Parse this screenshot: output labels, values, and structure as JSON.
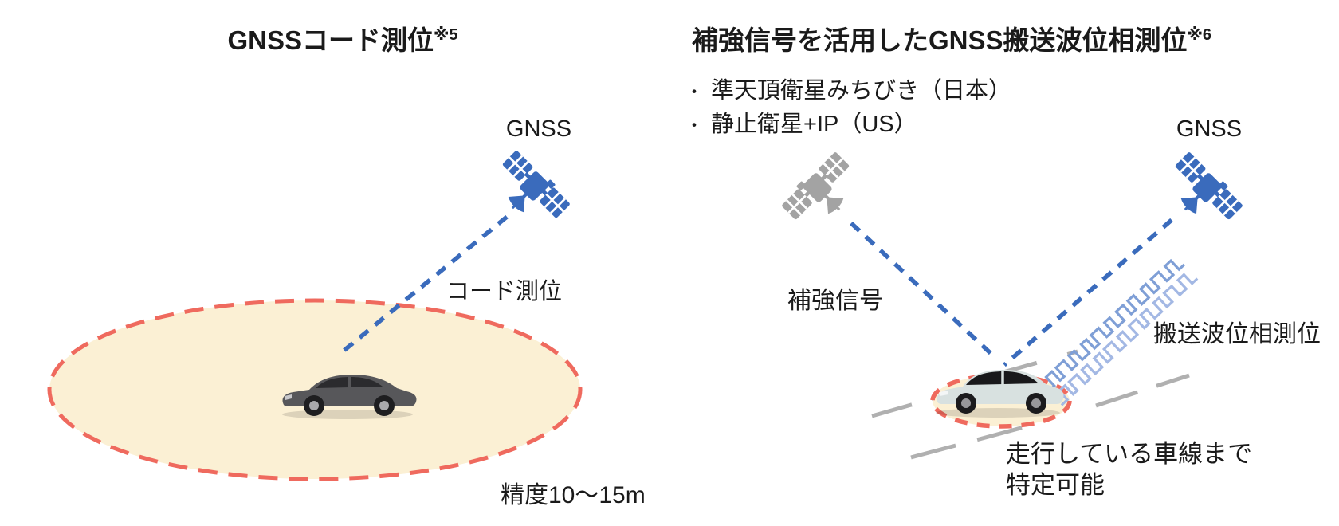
{
  "left_panel": {
    "title": "GNSSコード測位",
    "title_sup": "※5",
    "gnss_label": "GNSS",
    "line_label": "コード測位",
    "accuracy_label": "精度10～15m"
  },
  "right_panel": {
    "title": "補強信号を活用したGNSS搬送波位相測位",
    "title_sup": "※6",
    "bullet_char": "・",
    "bullets": [
      "準天頂衛星みちびき（日本）",
      "静止衛星+IP（US）"
    ],
    "augmentation_label": "補強信号",
    "gnss_label": "GNSS",
    "carrier_label": "搬送波位相測位",
    "lane_note_line1": "走行している車線まで",
    "lane_note_line2": "特定可能"
  },
  "icons": {
    "left_satellite": "satellite-icon",
    "augmentation_satellite": "satellite-icon",
    "gnss_satellite": "satellite-icon"
  },
  "colors": {
    "blue": "#3A6BBC",
    "blue_light": "#7F9FD6",
    "blue_lighter": "#A3B8E4",
    "red": "#EF6A5E",
    "cream": "#FBF0D4",
    "sat_gray": "#A3A3A3",
    "lane": "#B0B0B0",
    "text": "#1A1A1A"
  }
}
